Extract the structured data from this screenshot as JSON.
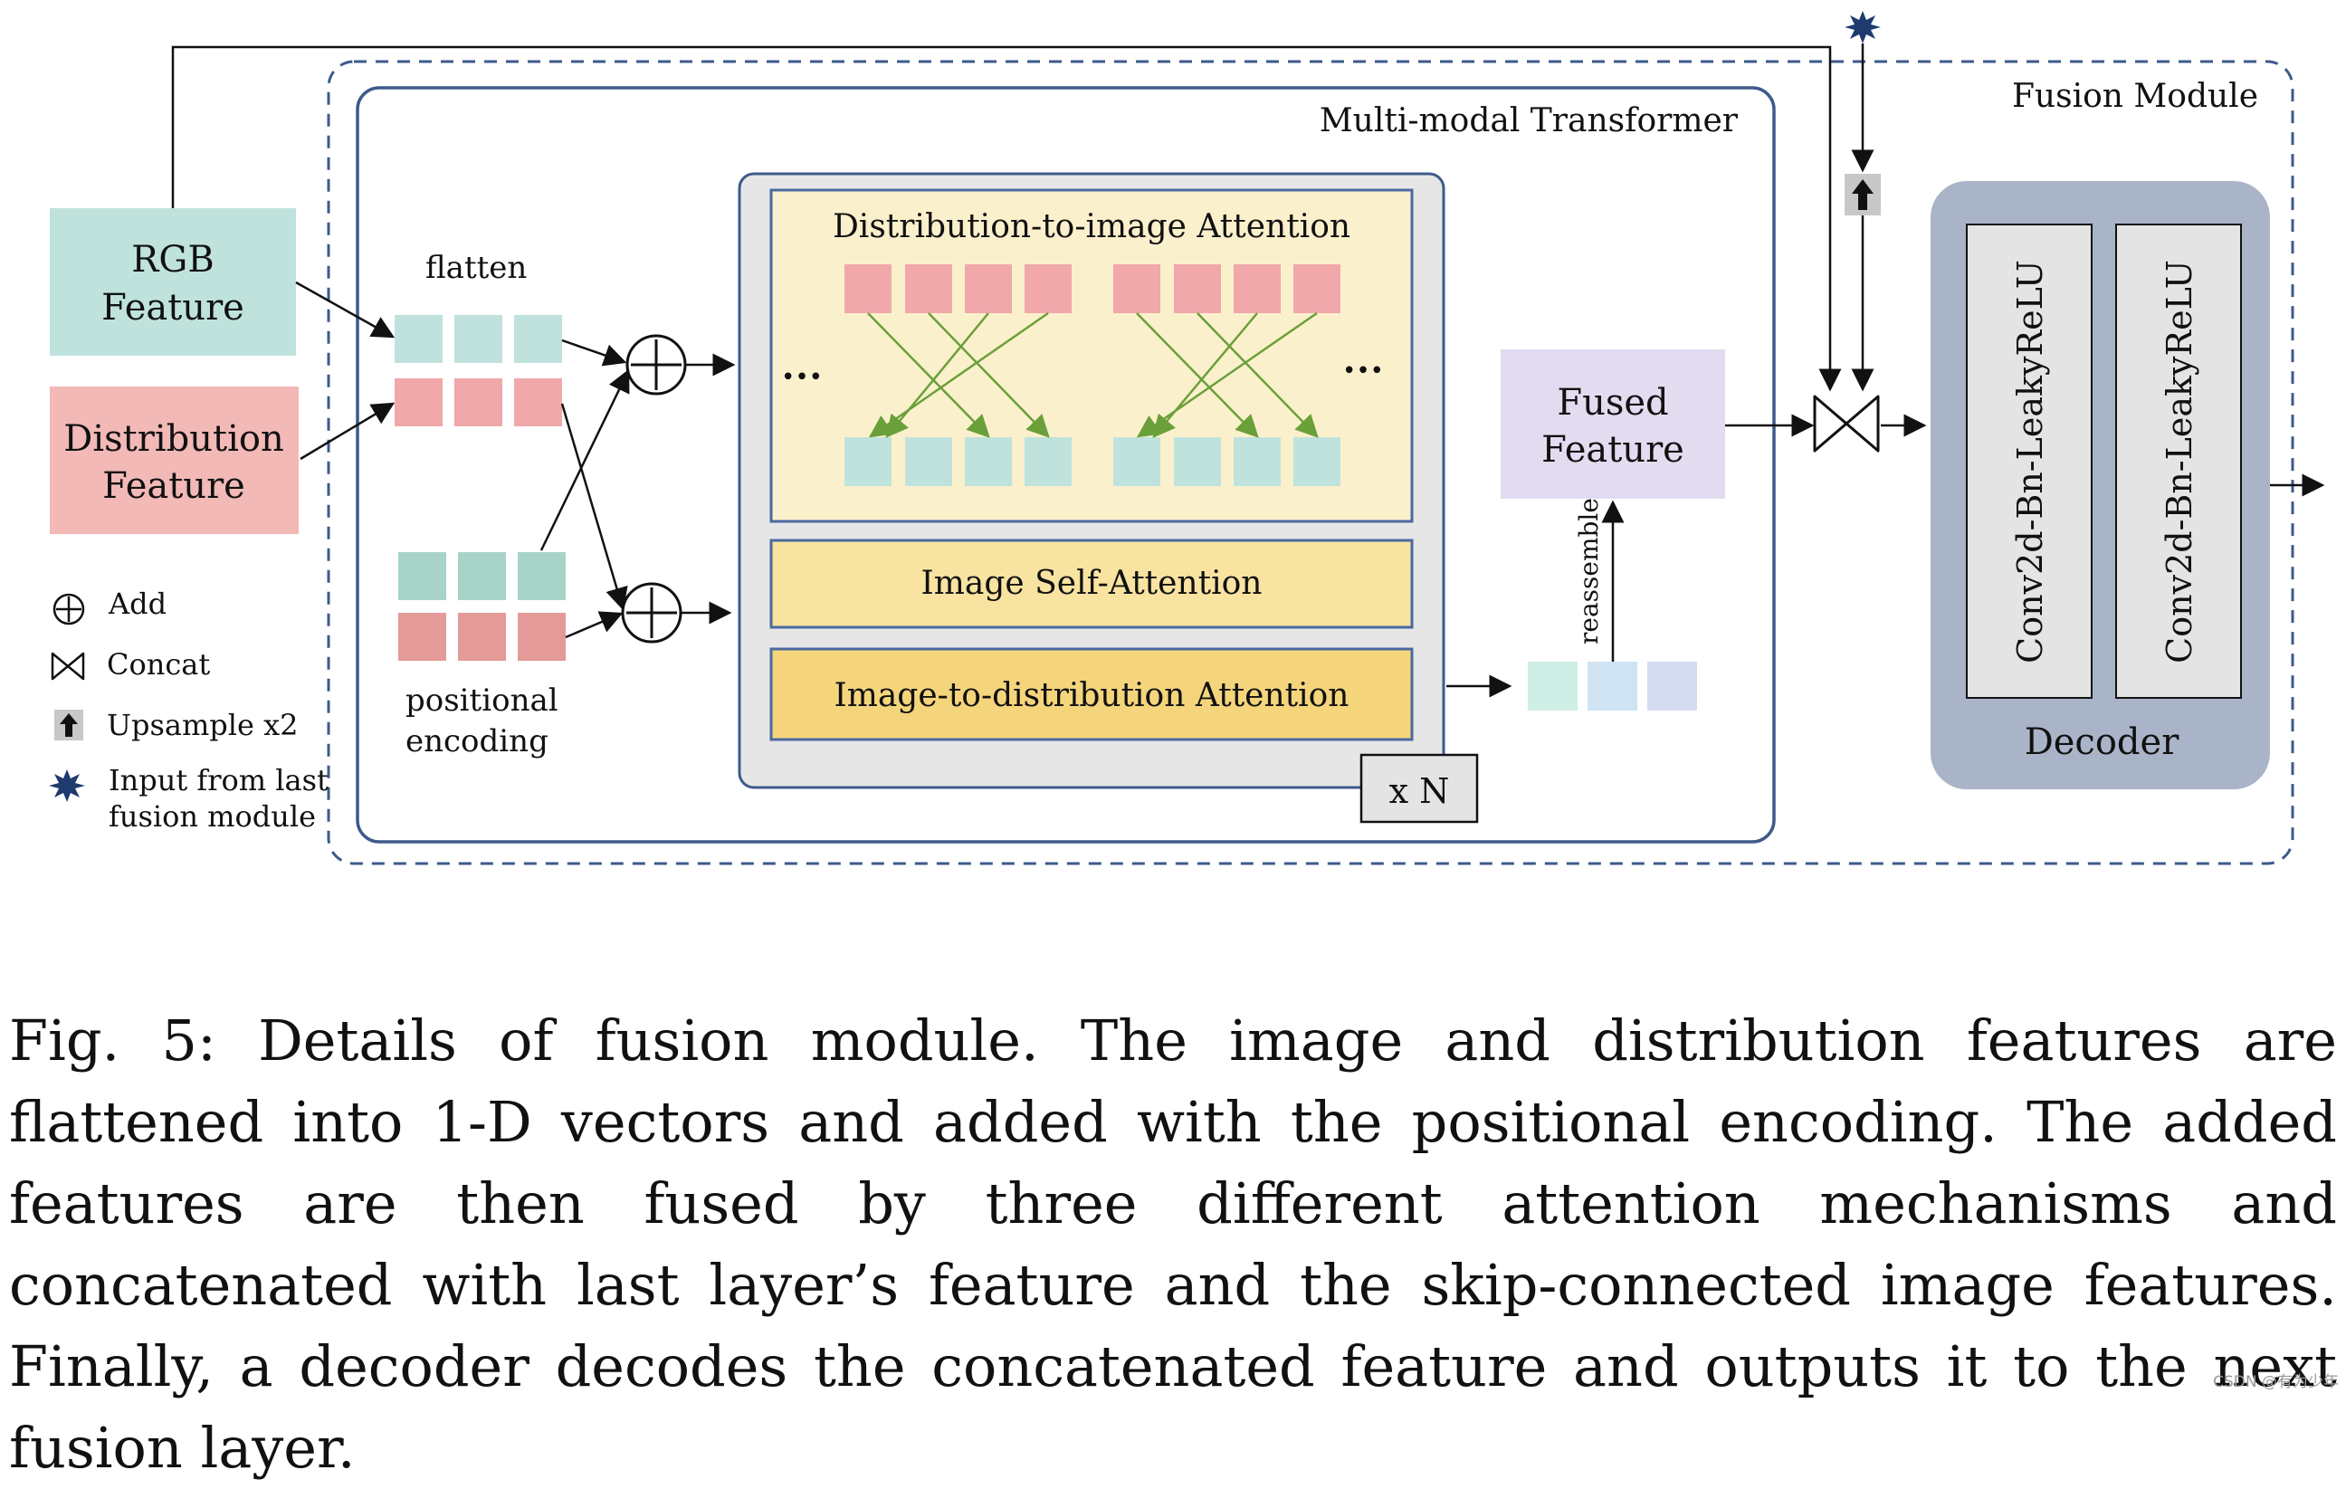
{
  "labels": {
    "rgb_feature_1": "RGB",
    "rgb_feature_2": "Feature",
    "dist_feature_1": "Distribution",
    "dist_feature_2": "Feature",
    "flatten": "flatten",
    "positional_1": "positional",
    "positional_2": "encoding",
    "multimodal_transformer": "Multi-modal Transformer",
    "fusion_module": "Fusion Module",
    "dist_to_image_attention": "Distribution-to-image Attention",
    "image_self_attention": "Image Self-Attention",
    "image_to_dist_attention": "Image-to-distribution Attention",
    "repeat_n": "x N",
    "fused_feature_1": "Fused",
    "fused_feature_2": "Feature",
    "reassemble": "reassemble",
    "conv_block_1": "Conv2d-Bn-LeakyReLU",
    "conv_block_2": "Conv2d-Bn-LeakyReLU",
    "decoder": "Decoder",
    "ellipsis_left": "•••",
    "ellipsis_right": "•••"
  },
  "legend": {
    "add": "Add",
    "concat": "Concat",
    "upsample": "Upsample x2",
    "input_last_1": "Input from last",
    "input_last_2": "fusion module"
  },
  "caption": "Fig. 5: Details of fusion module. The image and distribution features are flattened into 1-D vectors and added with the positional encoding. The added features are then fused by three different attention mechanisms and concatenated with last layer’s feature and the skip-connected image features. Finally, a decoder decodes the concatenated feature and outputs it to the next fusion layer.",
  "watermark": "CSDN @有为少年",
  "colors": {
    "rgb": "#bfe3dc",
    "distribution": "#f2b9b7",
    "token_teal": "#bfe3dc",
    "token_pink": "#f0a8aa",
    "pos_teal": "#a7d3c8",
    "pos_pink": "#e39a98",
    "frame_blue": "#3d5a8a",
    "attn_box_bg": "#fbf0cc",
    "attn_box_border": "#4a6aa0",
    "self_attn": "#f8e3a0",
    "i2d_attn": "#f5d57c",
    "fused": "#e3dcf0",
    "decoder_bg": "#aab4c8",
    "conv_bg": "#e4e4e4",
    "arrow_green": "#6aa03a"
  }
}
